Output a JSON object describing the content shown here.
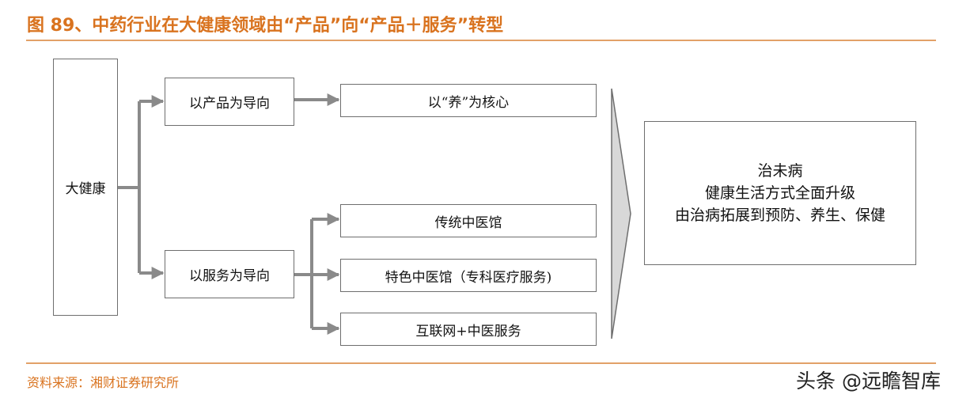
{
  "title": "图 89、中药行业在大健康领域由“产品”向“产品＋服务”转型",
  "root": {
    "label": "大健康"
  },
  "branches": {
    "product": {
      "label": "以产品为导向",
      "children": [
        "以“养”为核心"
      ]
    },
    "service": {
      "label": "以服务为导向",
      "children": [
        "传统中医馆",
        "特色中医馆（专科医疗服务)",
        "互联网+中医服务"
      ]
    }
  },
  "outcome": {
    "lines": [
      "治未病",
      "健康生活方式全面升级",
      "由治病拓展到预防、养生、保健"
    ]
  },
  "source": "资料来源：湘财证券研究所",
  "watermark": "头条 @远瞻智库",
  "colors": {
    "accent": "#d9731f",
    "connector": "#8a8a8a",
    "border": "#6e6e6e"
  }
}
